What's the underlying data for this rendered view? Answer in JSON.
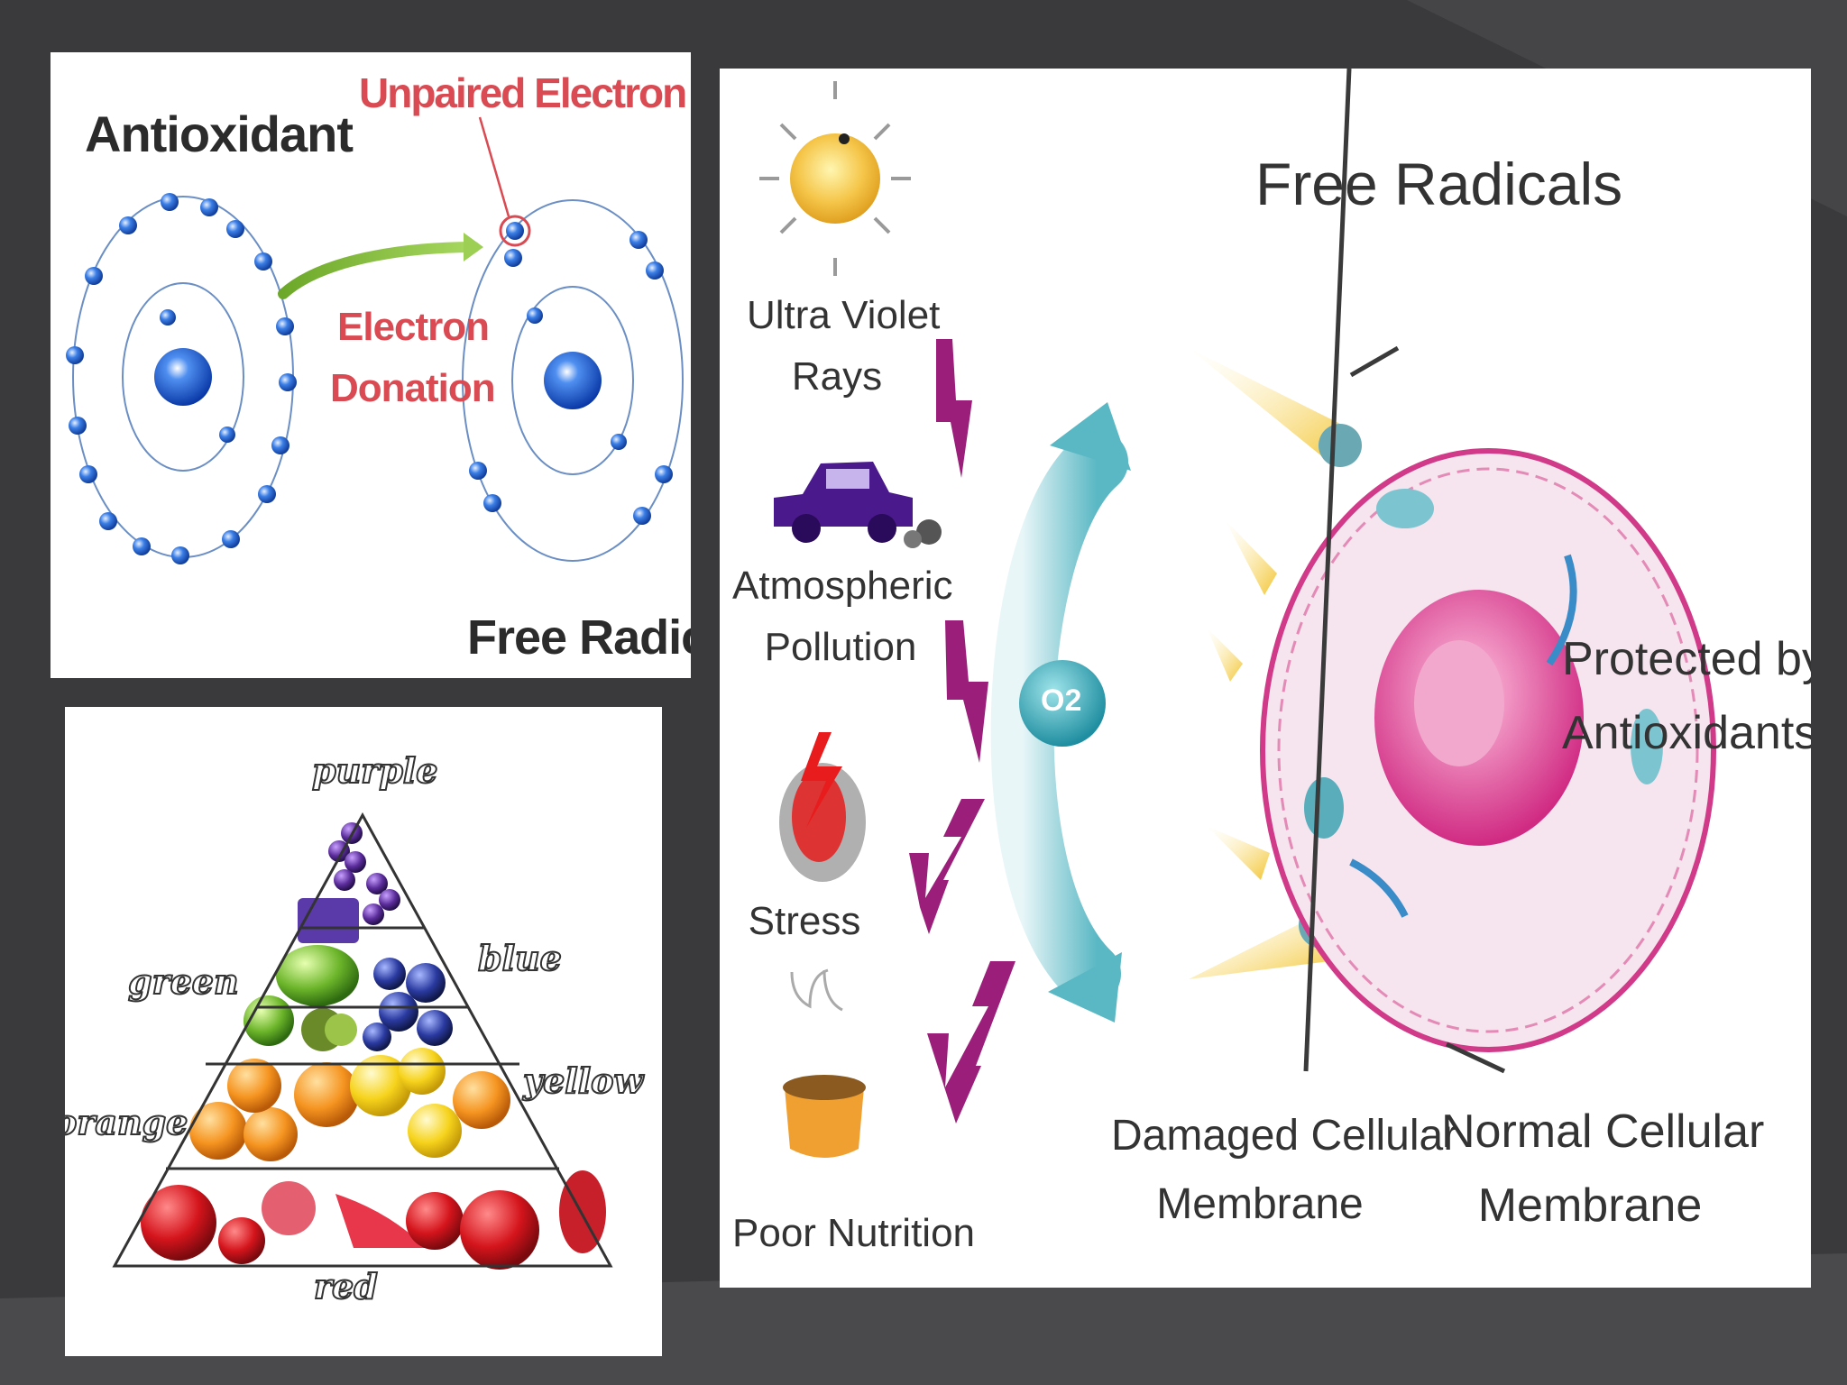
{
  "atom_panel": {
    "antioxidant": "Antioxidant",
    "unpaired_electron": "Unpaired Electron",
    "electron_donation_line1": "Electron",
    "electron_donation_line2": "Donation",
    "free_radical": "Free Radical"
  },
  "pyramid_panel": {
    "purple": "purple",
    "green": "green",
    "blue": "blue",
    "orange": "orange",
    "yellow": "yellow",
    "red": "red"
  },
  "radicals_panel": {
    "title": "Free Radicals",
    "uv_line1": "Ultra Violet",
    "uv_line2": "Rays",
    "pollution_line1": "Atmospheric",
    "pollution_line2": "Pollution",
    "stress": "Stress",
    "nutrition": "Poor Nutrition",
    "o2": "O2",
    "protected_line1": "Protected by",
    "protected_line2": "Antioxidants",
    "damaged_line1": "Damaged Cellular",
    "damaged_line2": "Membrane",
    "normal_line1": "Normal Cellular",
    "normal_line2": "Membrane"
  },
  "colors": {
    "background": "#3a3a3c",
    "electron_blue": "#1f5fd6",
    "label_red": "#d94a52",
    "arrow_green": "#8cc63f",
    "bolt_magenta": "#9b1f7a",
    "cell_pink": "#e0558f"
  }
}
